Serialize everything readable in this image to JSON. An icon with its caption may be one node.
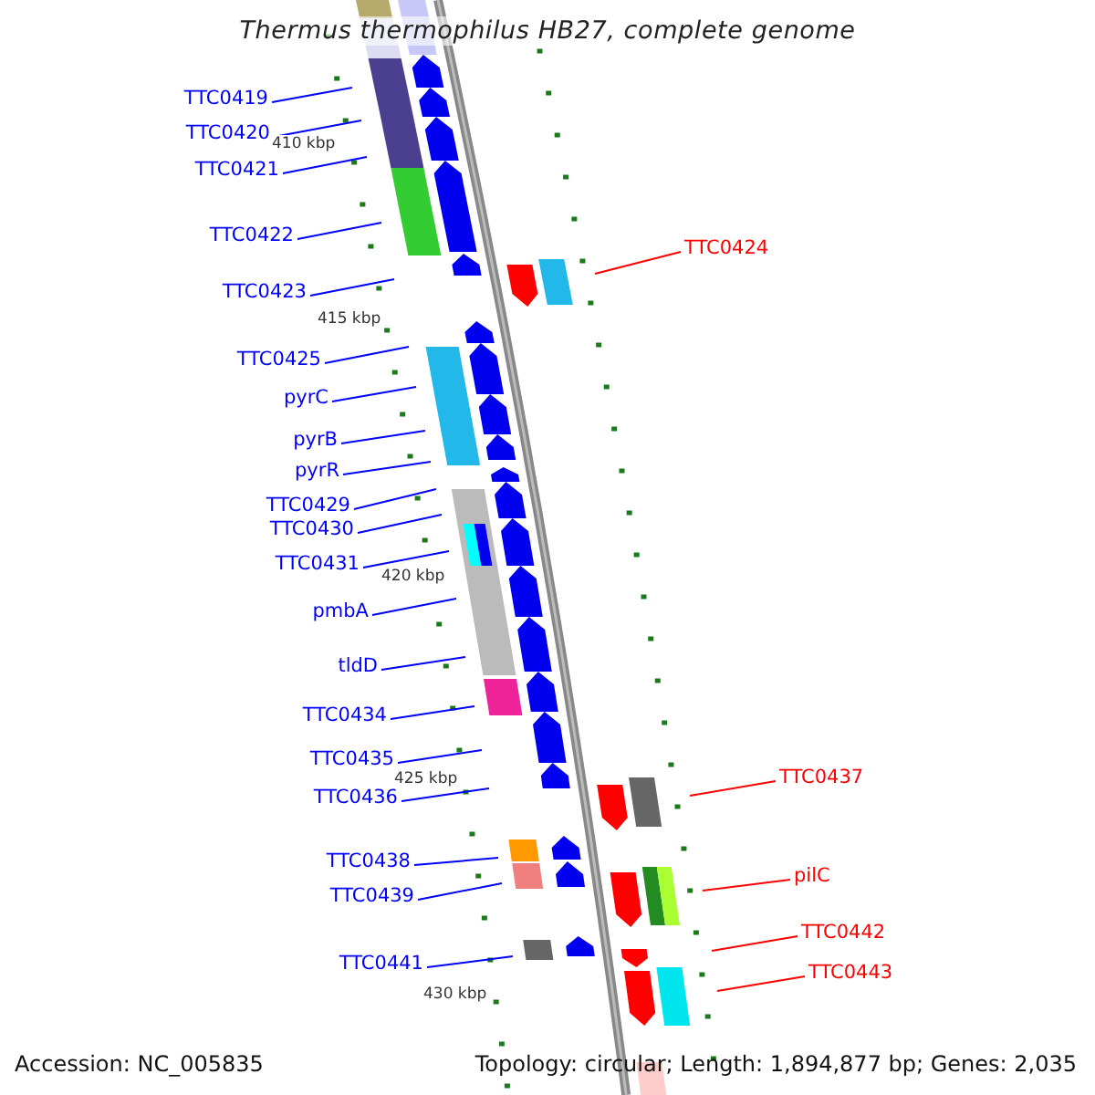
{
  "diagram": {
    "title": "Thermus thermophilus HB27, complete genome",
    "nodes": [
      {
        "text": [
          "TTC0419"
        ]
      },
      {
        "text": [
          "TTC0420"
        ]
      },
      {
        "text": [
          "TTC0421"
        ]
      },
      {
        "text": [
          "TTC0422"
        ]
      },
      {
        "text": [
          "TTC0424"
        ]
      },
      {
        "text": [
          "TTC0423"
        ]
      },
      {
        "text": [
          "TTC0425"
        ]
      },
      {
        "text": [
          "pyrC"
        ]
      },
      {
        "text": [
          "pyrB"
        ]
      },
      {
        "text": [
          "pyrR"
        ]
      },
      {
        "text": [
          "TTC0429"
        ]
      },
      {
        "text": [
          "TTC0430"
        ]
      },
      {
        "text": [
          "TTC0431"
        ]
      },
      {
        "text": [
          "pmbA"
        ]
      },
      {
        "text": [
          "tldD"
        ]
      },
      {
        "text": [
          "TTC0434"
        ]
      },
      {
        "text": [
          "TTC0435"
        ]
      },
      {
        "text": [
          "TTC0437"
        ]
      },
      {
        "text": [
          "TTC0436"
        ]
      },
      {
        "text": [
          "TTC0438"
        ]
      },
      {
        "text": [
          "pilC"
        ]
      },
      {
        "text": [
          "TTC0439"
        ]
      },
      {
        "text": [
          "TTC0442"
        ]
      },
      {
        "text": [
          "TTC0441"
        ]
      },
      {
        "text": [
          "TTC0443"
        ]
      }
    ],
    "edges": [
      {
        "from": 0,
        "to": null,
        "arrow": "none"
      },
      {
        "from": 1,
        "to": null,
        "arrow": "none"
      },
      {
        "from": 2,
        "to": null,
        "arrow": "none"
      },
      {
        "from": 3,
        "to": null,
        "arrow": "none"
      },
      {
        "from": 4,
        "to": null,
        "arrow": "none",
        "color": "#ff0000"
      },
      {
        "from": 5,
        "to": null,
        "arrow": "none"
      },
      {
        "from": 6,
        "to": null,
        "arrow": "none"
      },
      {
        "from": 7,
        "to": null,
        "arrow": "none"
      },
      {
        "from": 8,
        "to": null,
        "arrow": "none"
      },
      {
        "from": 9,
        "to": null,
        "arrow": "none"
      },
      {
        "from": 10,
        "to": null,
        "arrow": "none"
      },
      {
        "from": 11,
        "to": null,
        "arrow": "none"
      },
      {
        "from": 12,
        "to": null,
        "arrow": "none"
      },
      {
        "from": 13,
        "to": null,
        "arrow": "none"
      },
      {
        "from": 14,
        "to": null,
        "arrow": "none"
      },
      {
        "from": 15,
        "to": null,
        "arrow": "none"
      },
      {
        "from": 16,
        "to": null,
        "arrow": "none"
      },
      {
        "from": 17,
        "to": null,
        "arrow": "none",
        "color": "#ff0000"
      },
      {
        "from": 18,
        "to": null,
        "arrow": "none"
      },
      {
        "from": 19,
        "to": null,
        "arrow": "none"
      },
      {
        "from": 20,
        "to": null,
        "arrow": "none",
        "color": "#ff0000"
      },
      {
        "from": 21,
        "to": null,
        "arrow": "none"
      },
      {
        "from": 22,
        "to": null,
        "arrow": "none",
        "color": "#ff0000"
      },
      {
        "from": 23,
        "to": null,
        "arrow": "none"
      },
      {
        "from": 24,
        "to": null,
        "arrow": "none",
        "color": "#ff0000"
      }
    ],
    "labels": [
      "410 kbp",
      "415 kbp",
      "420 kbp",
      "425 kbp",
      "430 kbp",
      "Accession: NC_005835",
      "Topology: circular; Length: 1,894,877 bp; Genes: 2,035"
    ]
  }
}
